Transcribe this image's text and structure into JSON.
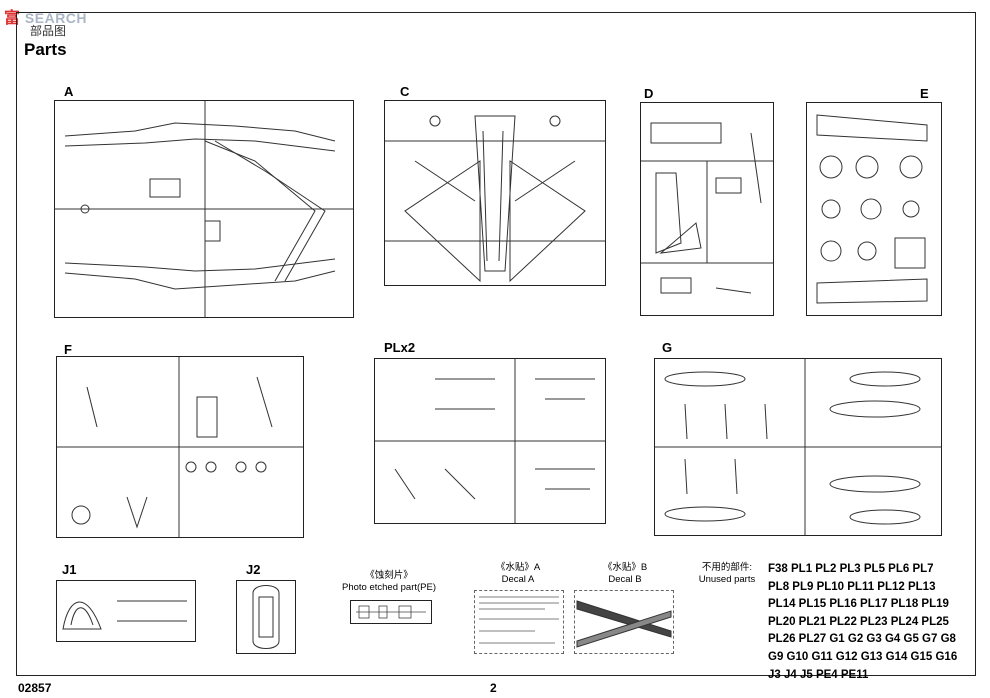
{
  "watermark": {
    "brand": "富",
    "text": "SEARCH"
  },
  "header": {
    "chinese": "部品图",
    "title": "Parts"
  },
  "sprues": [
    {
      "label": "A"
    },
    {
      "label": "C"
    },
    {
      "label": "D"
    },
    {
      "label": "E"
    },
    {
      "label": "F"
    },
    {
      "label": "PLx2"
    },
    {
      "label": "G"
    },
    {
      "label": "J1"
    },
    {
      "label": "J2"
    }
  ],
  "photo_etched": {
    "label": "《蚀刻片》",
    "caption": "Photo etched part(PE)"
  },
  "decal_a": {
    "label": "《水贴》A",
    "caption": "Decal A"
  },
  "decal_b": {
    "label": "《水贴》B",
    "caption": "Decal B"
  },
  "unused": {
    "chinese": "不用的部件:",
    "caption": "Unused parts"
  },
  "unused_list": [
    "F38 PL1 PL2 PL3 PL5 PL6 PL7",
    "PL8 PL9 PL10 PL11 PL12 PL13",
    "PL14 PL15 PL16 PL17 PL18 PL19",
    "PL20 PL21 PL22 PL23 PL24 PL25",
    "PL26 PL27 G1 G2 G3 G4 G5 G7 G8",
    "G9 G10 G11 G12 G13 G14 G15 G16",
    "J3 J4 J5 PE4 PE11"
  ],
  "footer": {
    "code": "02857",
    "page": "2"
  },
  "colors": {
    "ink": "#222222",
    "watermark": "#aab6c6",
    "watermark_accent": "#dd3333"
  }
}
